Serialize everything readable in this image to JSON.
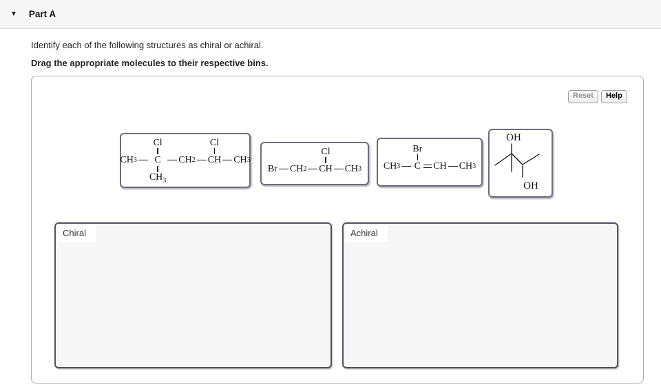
{
  "header": {
    "title": "Part A"
  },
  "icons": {
    "collapse_arrow": "▼"
  },
  "instructions": {
    "line1": "Identify each of the following structures as chiral or achiral.",
    "line2": "Drag the appropriate molecules to their respective bins."
  },
  "toolbar": {
    "reset_label": "Reset",
    "help_label": "Help"
  },
  "molecules": {
    "m1": {
      "above_c2": "Cl",
      "above_c4": "Cl",
      "below_c2": [
        "CH",
        "3"
      ],
      "chain": [
        [
          "CH",
          "3"
        ],
        [
          "C",
          ""
        ],
        [
          "CH",
          "2"
        ],
        [
          "CH",
          ""
        ],
        [
          "CH",
          "3"
        ]
      ]
    },
    "m2": {
      "above_c2": "Cl",
      "chain": [
        [
          "Br",
          ""
        ],
        [
          "CH",
          "2"
        ],
        [
          "CH",
          ""
        ],
        [
          "CH",
          "3"
        ]
      ]
    },
    "m3": {
      "above_c2": "Br",
      "chain": [
        [
          "CH",
          "3"
        ],
        [
          "C",
          ""
        ],
        [
          "CH",
          ""
        ],
        [
          "CH",
          "3"
        ]
      ]
    },
    "m4": {
      "oh_top": "OH",
      "oh_bottom": "OH"
    }
  },
  "bins": {
    "left_label": "Chiral",
    "right_label": "Achiral"
  },
  "colors": {
    "header_bg": "#f7f7f7",
    "card_border": "#6d6d7d",
    "bin_border": "#51515f",
    "bin_bg": "#f7f7f8"
  }
}
